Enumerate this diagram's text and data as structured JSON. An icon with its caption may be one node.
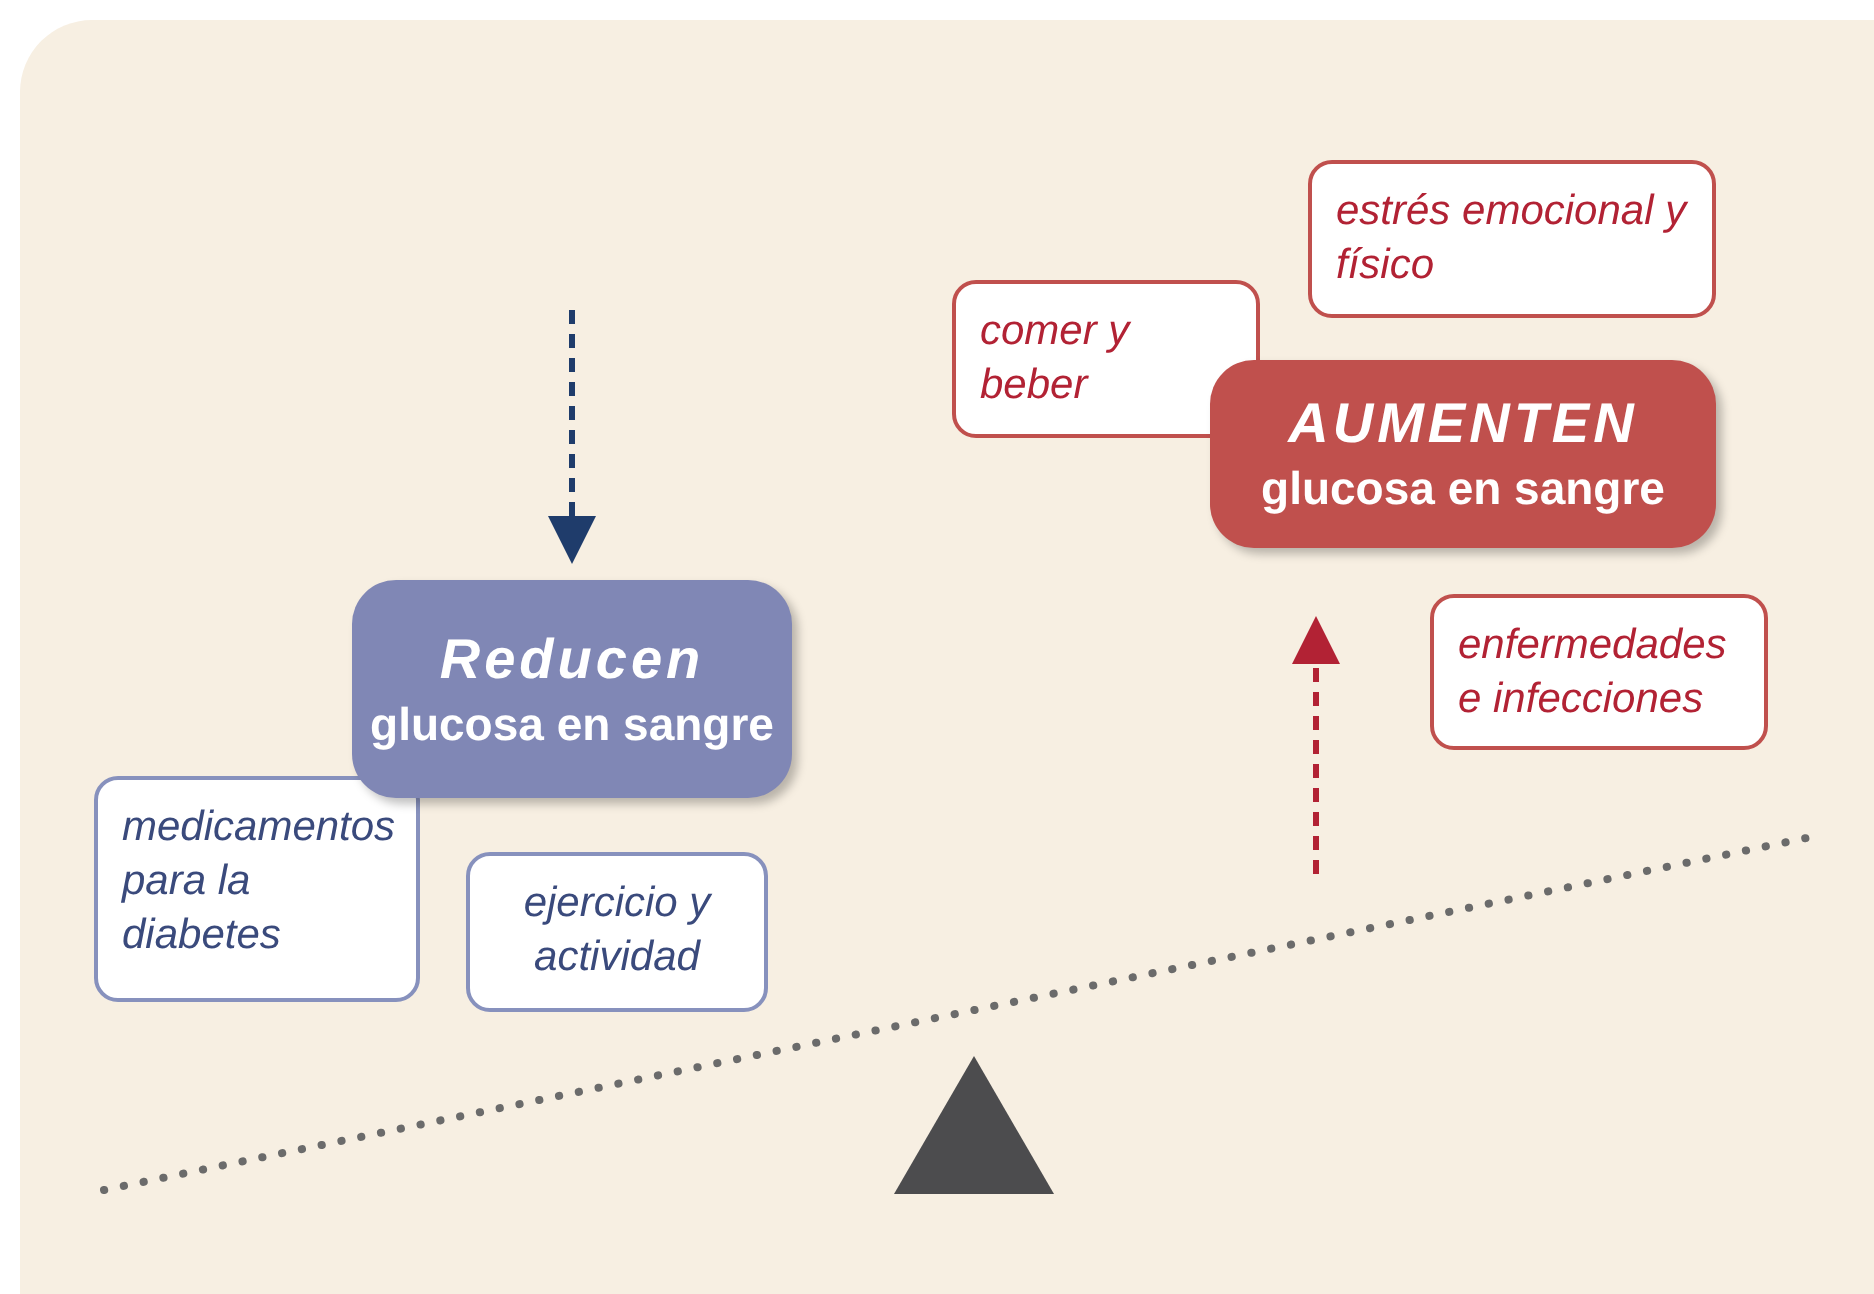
{
  "diagram": {
    "nodes": [
      {
        "text": [
          "estrés emocional y físico"
        ]
      },
      {
        "text": [
          "comer y beber"
        ]
      },
      {
        "text": [
          "AUMENTEN",
          "glucosa en sangre"
        ]
      },
      {
        "text": [
          "Reducen",
          "glucosa en sangre"
        ]
      },
      {
        "text": [
          "enfermedades e infecciones"
        ]
      },
      {
        "text": [
          "medicamentos para la diabetes"
        ]
      },
      {
        "text": [
          "ejercicio y actividad"
        ]
      }
    ]
  }
}
